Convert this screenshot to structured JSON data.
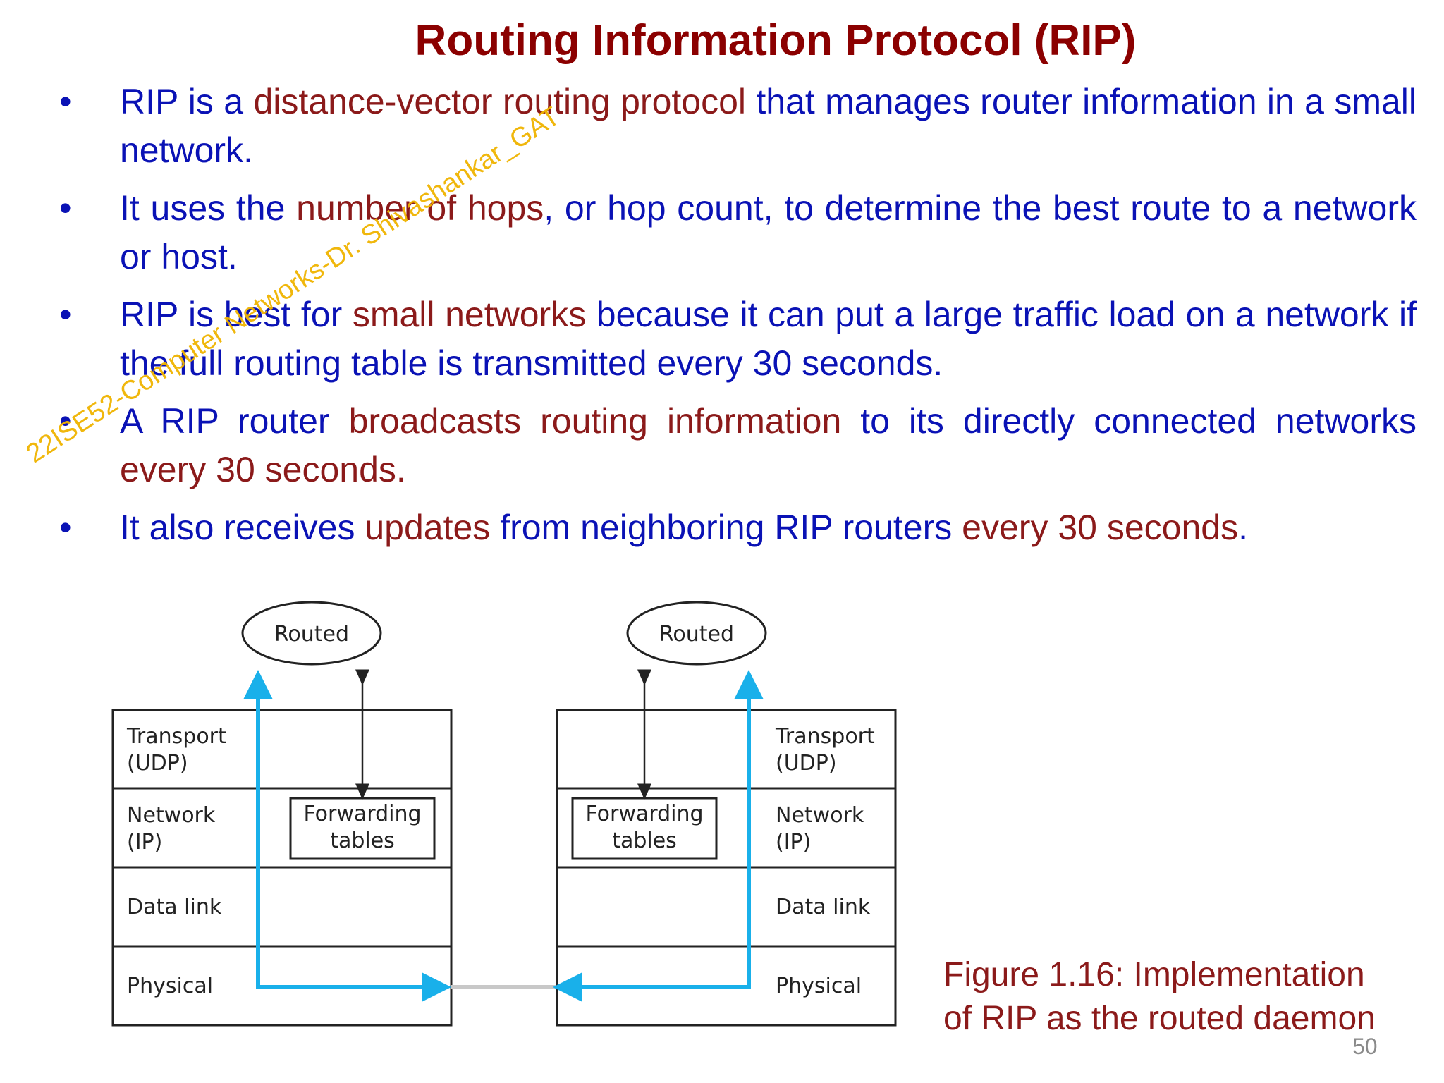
{
  "slide": {
    "title": "Routing Information Protocol (RIP)",
    "page_number": "50",
    "watermark": "22ISE52-Computer Networks-Dr. Shivashankar_GAT"
  },
  "bullets": [
    [
      {
        "t": "RIP is a ",
        "c": "blue"
      },
      {
        "t": "distance-vector routing protocol",
        "c": "red"
      },
      {
        "t": " that manages router information in a small network.",
        "c": "blue"
      }
    ],
    [
      {
        "t": "It uses the ",
        "c": "blue"
      },
      {
        "t": "number of hops",
        "c": "red"
      },
      {
        "t": ", or hop count, to determine the best route to a network or host.",
        "c": "blue"
      }
    ],
    [
      {
        "t": "RIP is best for ",
        "c": "blue"
      },
      {
        "t": "small networks",
        "c": "red"
      },
      {
        "t": " because it can put a large traffic load on a network if the full routing table is transmitted every 30 seconds.",
        "c": "blue"
      }
    ],
    [
      {
        "t": "A RIP router ",
        "c": "blue"
      },
      {
        "t": "broadcasts routing information",
        "c": "red"
      },
      {
        "t": " to its directly connected networks ",
        "c": "blue"
      },
      {
        "t": "every 30 seconds.",
        "c": "red"
      }
    ],
    [
      {
        "t": "It also receives ",
        "c": "blue"
      },
      {
        "t": "updates",
        "c": "red"
      },
      {
        "t": " from neighboring RIP routers ",
        "c": "blue"
      },
      {
        "t": "every 30 seconds",
        "c": "red"
      },
      {
        "t": ".",
        "c": "blue"
      }
    ]
  ],
  "diagram": {
    "routed_label": "Routed",
    "transport_line1": "Transport",
    "transport_line2": "(UDP)",
    "network_line1": "Network",
    "network_line2": "(IP)",
    "datalink": "Data link",
    "physical": "Physical",
    "forwarding_line1": "Forwarding",
    "forwarding_line2": "tables"
  },
  "figure_caption": "Figure 1.16: Implementation of RIP as the routed daemon",
  "colors": {
    "blue": "#0a12b5",
    "red": "#8b1a1a",
    "title": "#8b0000",
    "watermark": "#f0b400",
    "flow": "#19b0ea"
  }
}
